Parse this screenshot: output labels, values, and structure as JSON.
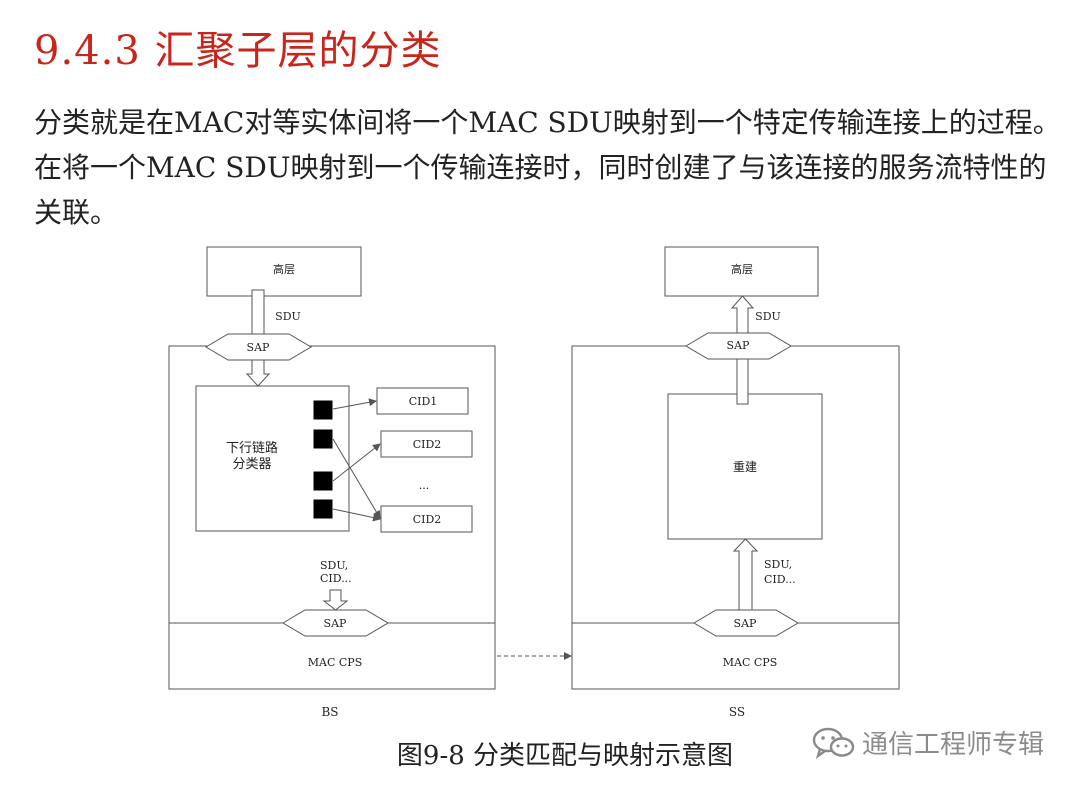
{
  "slide": {
    "title": "9.4.3 汇聚子层的分类",
    "intro": "分类就是在MAC对等实体间将一个MAC SDU映射到一个特定传输连接上的过程。在将一个MAC SDU映射到一个传输连接时，同时创建了与该连接的服务流特性的关联。"
  },
  "diagram": {
    "bs": {
      "upper_layer": "高层",
      "sdu_label": "SDU",
      "sap_top": "SAP",
      "classifier_line1": "下行链路",
      "classifier_line2": "分类器",
      "cid1": "CID1",
      "cid2_a": "CID2",
      "ellipsis": "...",
      "cid2_b": "CID2",
      "sdu_cid_line1": "SDU,",
      "sdu_cid_line2": "CID...",
      "sap_bottom": "SAP",
      "mac_cps": "MAC CPS",
      "label": "BS"
    },
    "ss": {
      "upper_layer": "高层",
      "sdu_label": "SDU",
      "sap_top": "SAP",
      "rebuild": "重建",
      "sdu_cid_line1": "SDU,",
      "sdu_cid_line2": "CID...",
      "sap_bottom": "SAP",
      "mac_cps": "MAC CPS",
      "label": "SS"
    }
  },
  "caption": "图9-8 分类匹配与映射示意图",
  "watermark": "通信工程师专辑",
  "colors": {
    "title": "#c8261b",
    "text": "#222222",
    "line": "#555555"
  }
}
